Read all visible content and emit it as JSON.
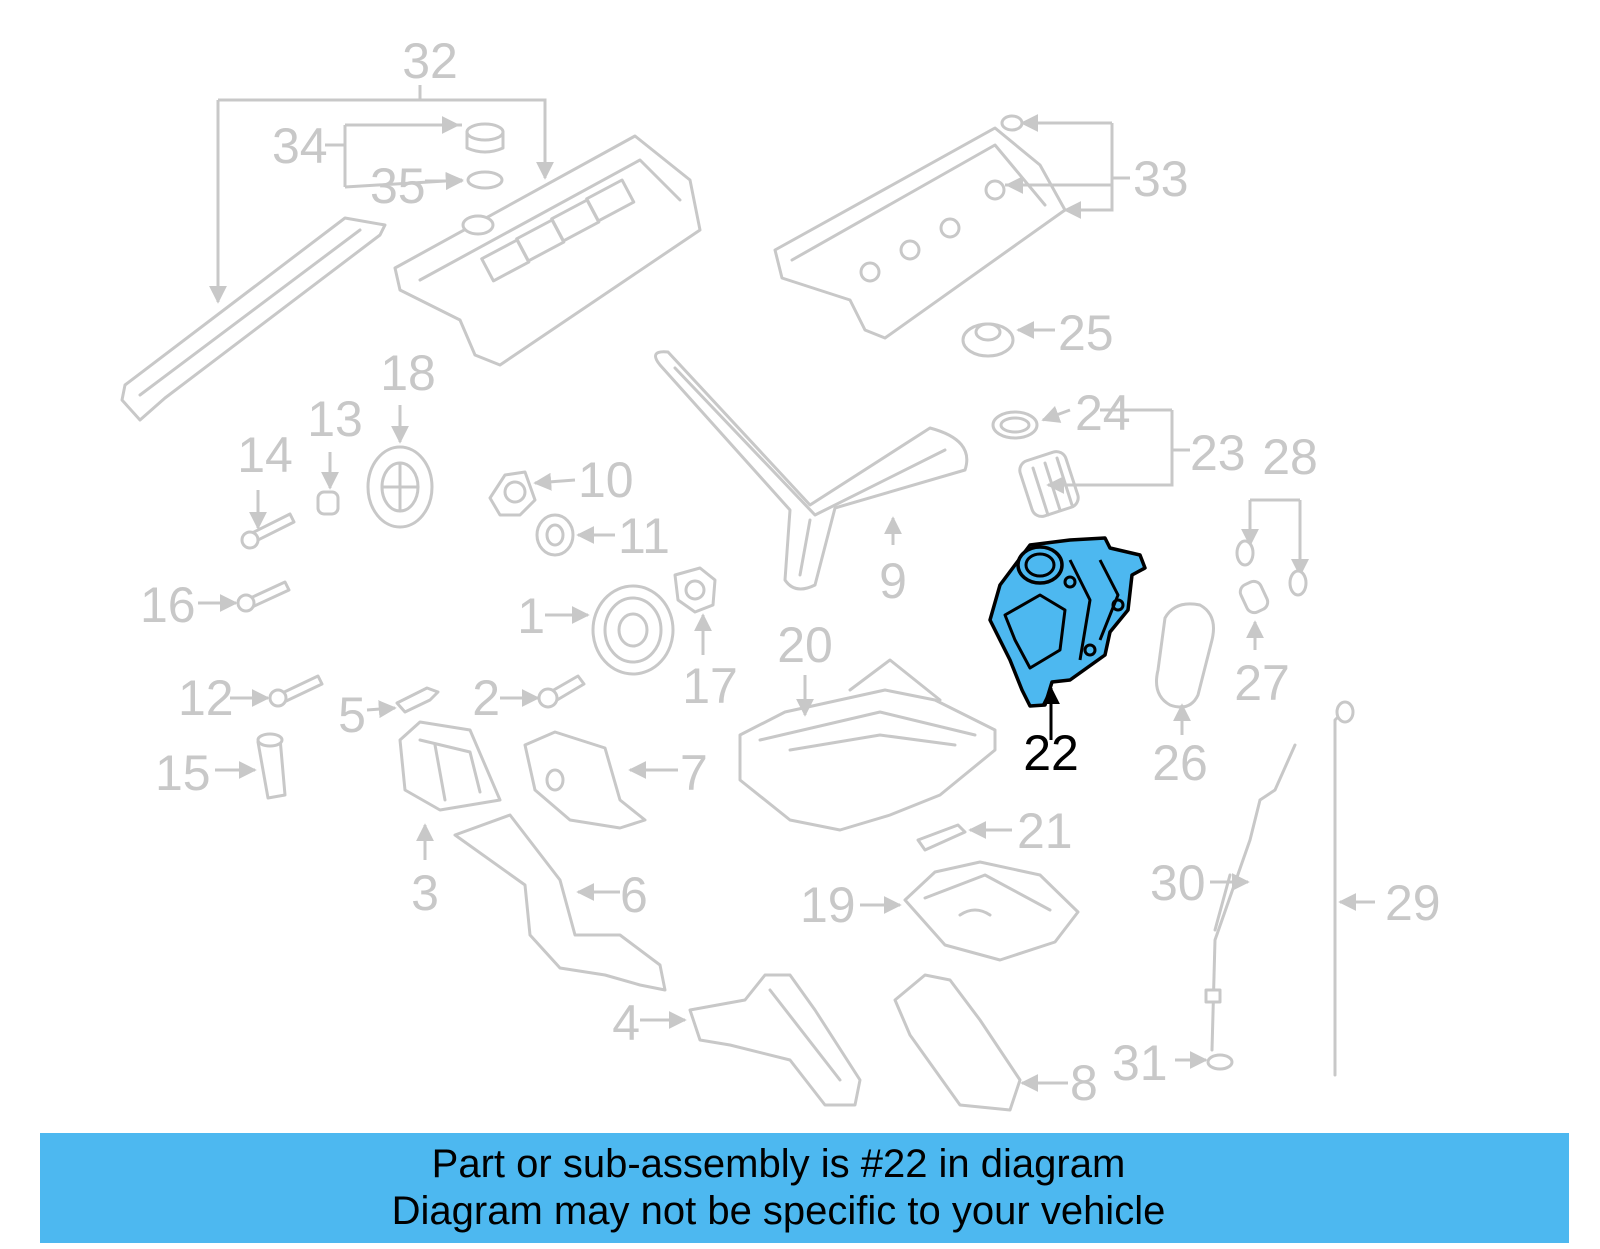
{
  "colors": {
    "highlight_fill": "#4db8f0",
    "faded_line": "#c8c8c8",
    "highlight_line": "#000000",
    "banner_bg": "#4db8f0"
  },
  "highlighted_part": "22",
  "callouts": {
    "c1": "1",
    "c2": "2",
    "c3": "3",
    "c4": "4",
    "c5": "5",
    "c6": "6",
    "c7": "7",
    "c8": "8",
    "c9": "9",
    "c10": "10",
    "c11": "11",
    "c12": "12",
    "c13": "13",
    "c14": "14",
    "c15": "15",
    "c16": "16",
    "c17": "17",
    "c18": "18",
    "c19": "19",
    "c20": "20",
    "c21": "21",
    "c22": "22",
    "c23": "23",
    "c24": "24",
    "c25": "25",
    "c26": "26",
    "c27": "27",
    "c28": "28",
    "c29": "29",
    "c30": "30",
    "c31": "31",
    "c32": "32",
    "c33": "33",
    "c34": "34",
    "c35": "35"
  },
  "banner": {
    "line1": "Part or sub-assembly is #22 in diagram",
    "line2": "Diagram may not be specific to your vehicle"
  }
}
